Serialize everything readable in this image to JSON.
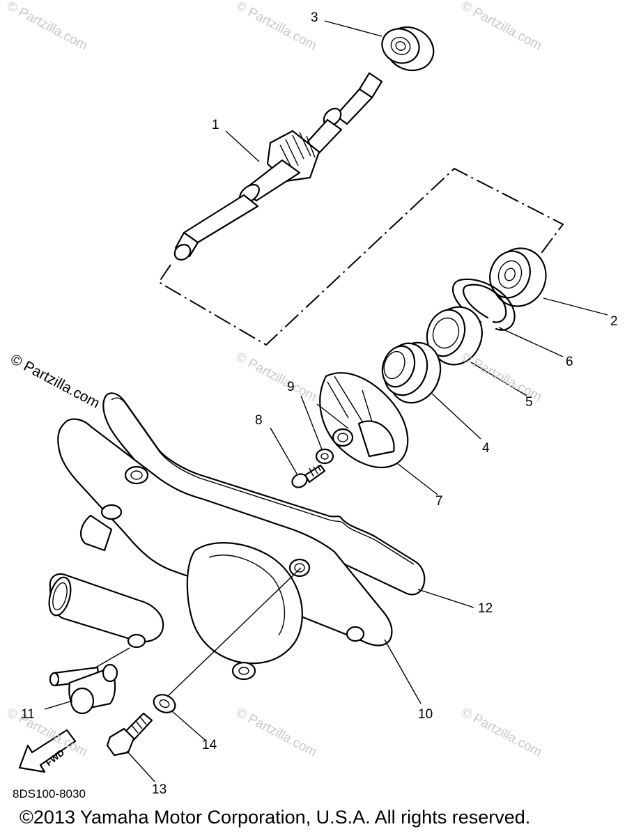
{
  "diagram": {
    "code": "8DS100-8030",
    "copyright": "©2013  Yamaha Motor Corporation, U.S.A. All rights reserved.",
    "fwd_label": "FWD",
    "callouts": [
      {
        "id": "1",
        "label": "1"
      },
      {
        "id": "2",
        "label": "2"
      },
      {
        "id": "3",
        "label": "3"
      },
      {
        "id": "4",
        "label": "4"
      },
      {
        "id": "5",
        "label": "5"
      },
      {
        "id": "6",
        "label": "6"
      },
      {
        "id": "7",
        "label": "7"
      },
      {
        "id": "8",
        "label": "8"
      },
      {
        "id": "9",
        "label": "9"
      },
      {
        "id": "10",
        "label": "10"
      },
      {
        "id": "11",
        "label": "11"
      },
      {
        "id": "12",
        "label": "12"
      },
      {
        "id": "13",
        "label": "13"
      },
      {
        "id": "14",
        "label": "14"
      }
    ],
    "watermark_text": "© Partzilla.com"
  }
}
